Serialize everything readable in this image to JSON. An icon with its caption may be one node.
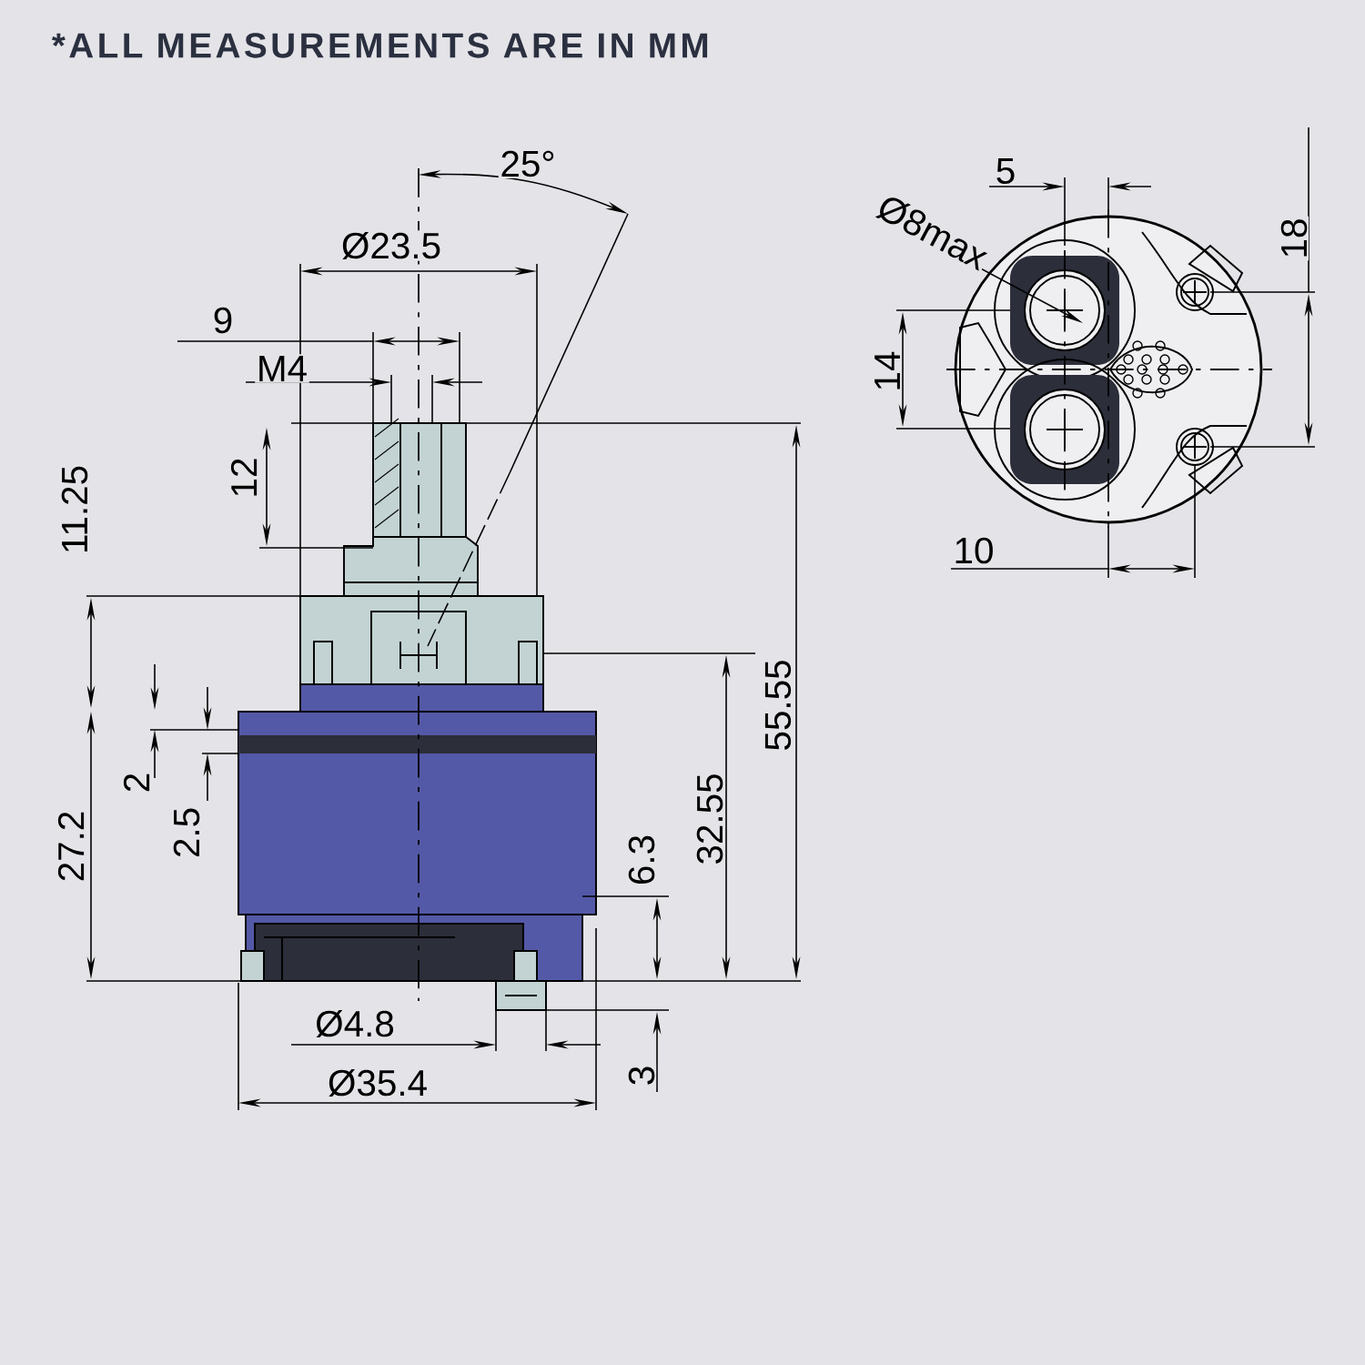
{
  "diagram": {
    "title": "*ALL MEASUREMENTS ARE IN MM",
    "labels": [
      "25°",
      "Ø23.5",
      "9",
      "M4",
      "12",
      "11.25",
      "55.55",
      "32.55",
      "2",
      "2.5",
      "27.2",
      "6.3",
      "Ø4.8",
      "Ø35.4",
      "3",
      "5",
      "Ø8max",
      "18",
      "14",
      "10"
    ]
  }
}
